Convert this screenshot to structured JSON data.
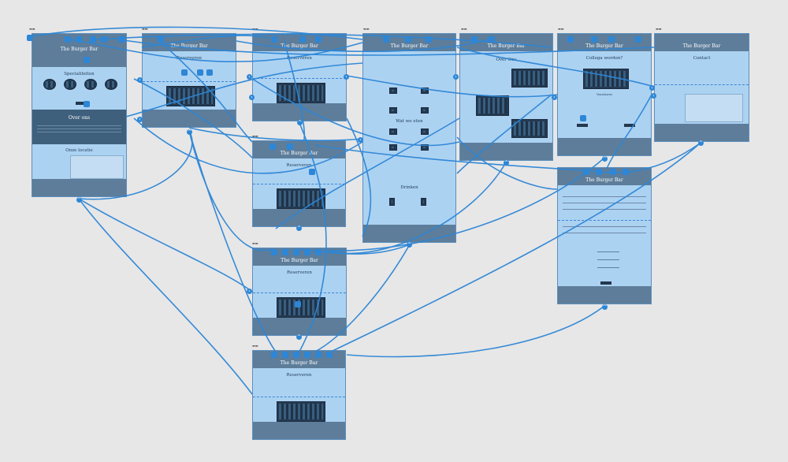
{
  "canvas": {
    "background": "#e7e7e7",
    "wire_color": "#2d86d6",
    "artboard_fill": "#acd2f2",
    "header_color": "#5d7d9a"
  },
  "artboards": {
    "home": {
      "title": "The Burger Bar",
      "sections": [
        "Specialiteiten",
        "Over ons",
        "Onze locatie"
      ]
    },
    "reserveren_1": {
      "title": "The Burger Bar",
      "section": "Reserveren"
    },
    "reserveren_2": {
      "title": "The Burger Bar",
      "section": "Reserveren"
    },
    "reserveren_3": {
      "title": "The Burger Bar",
      "section": "Reserveren"
    },
    "reserveren_4": {
      "title": "The Burger Bar",
      "section": "Reserveren"
    },
    "reserveren_5": {
      "title": "The Burger Bar",
      "section": "Reserveren"
    },
    "menu": {
      "title": "The Burger Bar",
      "sections": [
        "Wat we eten",
        "Drinken"
      ]
    },
    "over_ons": {
      "title": "The Burger Bar",
      "section": "Over Ons"
    },
    "collega": {
      "title": "The Burger Bar",
      "section": "Collega worden?",
      "subsection": "Vacatures"
    },
    "contact": {
      "title": "The Burger Bar",
      "section": "Contact"
    },
    "vacature": {
      "title": "The Burger Bar"
    }
  }
}
